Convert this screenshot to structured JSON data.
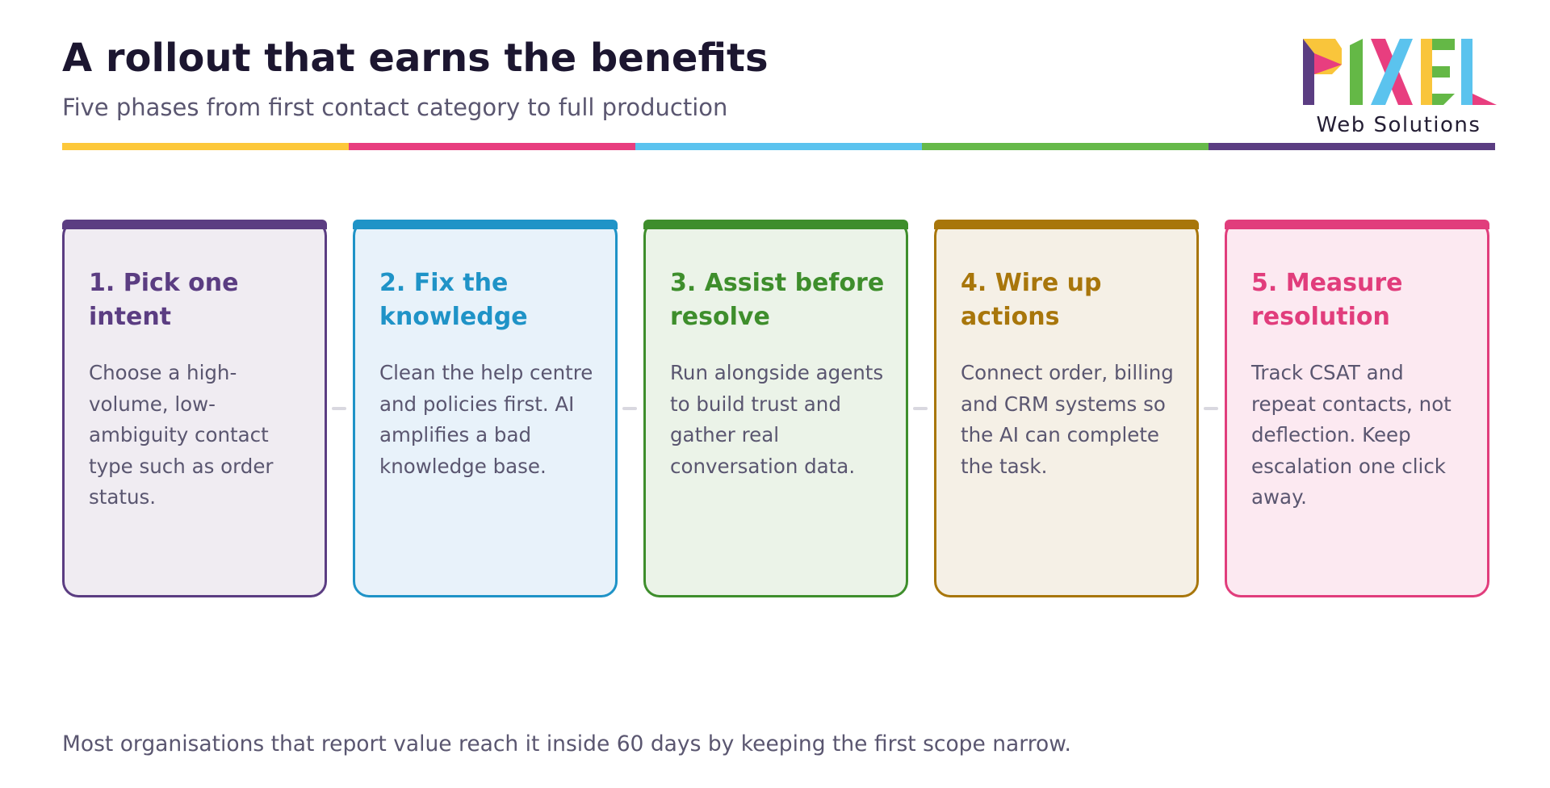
{
  "header": {
    "title": "A rollout that earns the benefits",
    "subtitle": "Five phases from first contact category to full production"
  },
  "logo": {
    "text": "PIXEL",
    "caption": "Web Solutions",
    "icon": "pixel-logo-icon",
    "colors": [
      "#f9c53b",
      "#e83e7f",
      "#5bc3ee",
      "#64b846",
      "#5b3d82"
    ]
  },
  "band_colors": [
    "#fdc83a",
    "#e83e7f",
    "#5bc3ef",
    "#66b94a",
    "#5b3d82"
  ],
  "phases": [
    {
      "title": "1. Pick one intent",
      "body": "Choose a high-volume, low-ambiguity contact type such as order status.",
      "accent": "#5b3d82",
      "fill": "#f0ecf2"
    },
    {
      "title": "2. Fix the knowledge",
      "body": "Clean the help centre and policies first. AI amplifies a bad knowledge base.",
      "accent": "#1f93c7",
      "fill": "#e8f2fa"
    },
    {
      "title": "3. Assist before resolve",
      "body": "Run alongside agents to build trust and gather real conversation data.",
      "accent": "#3e8e2c",
      "fill": "#ebf3e8"
    },
    {
      "title": "4. Wire up actions",
      "body": "Connect order, billing and CRM systems so the AI can complete the task.",
      "accent": "#a8760b",
      "fill": "#f5f0e6"
    },
    {
      "title": "5. Measure resolution",
      "body": "Track CSAT and repeat contacts, not deflection. Keep escalation one click away.",
      "accent": "#e13d7c",
      "fill": "#fce9f1"
    }
  ],
  "footer": "Most organisations that report value reach it inside 60 days by keeping the first scope narrow."
}
